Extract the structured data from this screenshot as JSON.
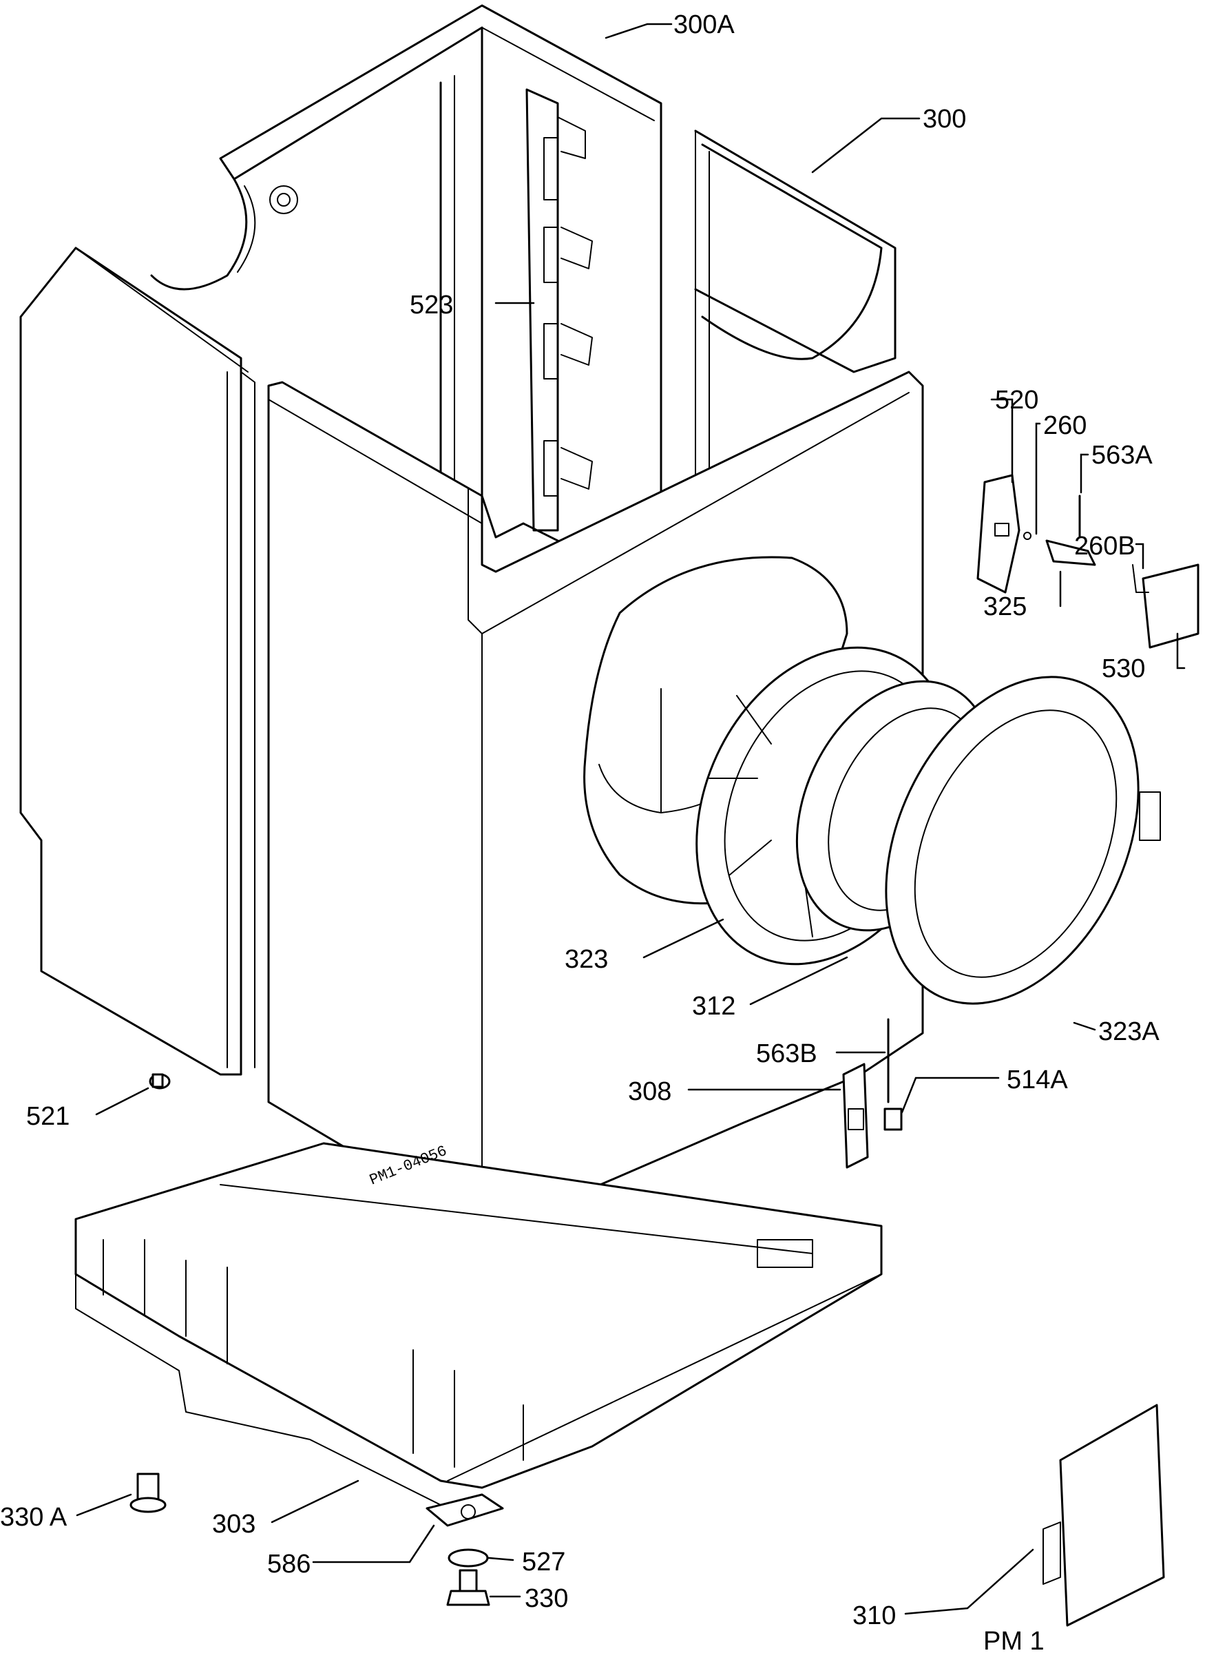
{
  "diagram": {
    "stamp": "PM1-04056",
    "sheet": "PM 1"
  },
  "labels": {
    "l300A": "300A",
    "l300": "300",
    "l523": "523",
    "l520": "520",
    "l260": "260",
    "l563A": "563A",
    "l260B": "260B",
    "l325": "325",
    "l530": "530",
    "l323": "323",
    "l312": "312",
    "l323A": "323A",
    "l563B": "563B",
    "l308": "308",
    "l514A": "514A",
    "l521": "521",
    "l330A": "330 A",
    "l303": "303",
    "l586": "586",
    "l527": "527",
    "l330": "330",
    "l310": "310"
  }
}
